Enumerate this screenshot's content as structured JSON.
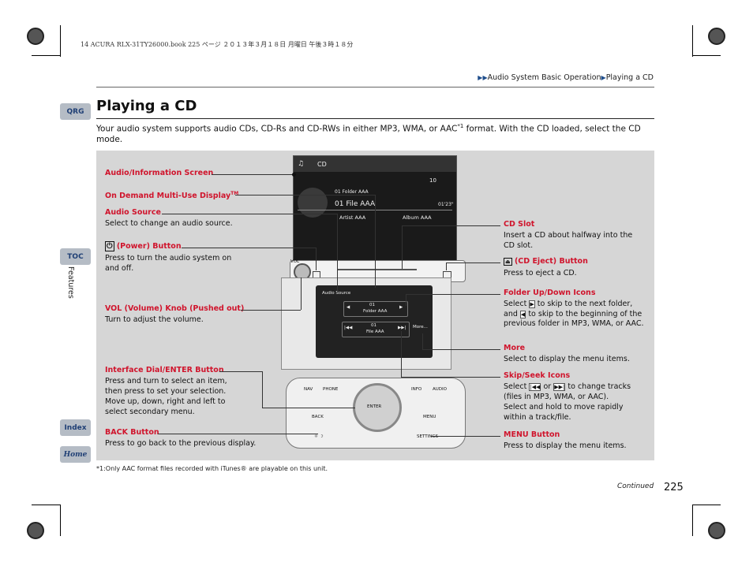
{
  "header_meta": "14 ACURA RLX-31TY26000.book  225 ページ  ２０１３年３月１８日  月曜日  午後３時１８分",
  "breadcrumb": {
    "part1": "Audio System Basic Operation",
    "part2": "Playing a CD"
  },
  "page_title": "Playing a CD",
  "intro": {
    "text_a": "Your audio system supports audio CDs, CD-Rs and CD-RWs in either MP3, WMA, or AAC",
    "sup": "*1",
    "text_b": " format. With the CD loaded, select the CD mode."
  },
  "side": {
    "qrg": "QRG",
    "toc": "TOC",
    "index": "Index",
    "home": "Home",
    "section": "Features"
  },
  "screen": {
    "source": "CD",
    "track_num": "10",
    "folder": "01   Folder AAA",
    "file": "01 File AAA",
    "time": "01'23\"",
    "artist": "Artist AAA",
    "album": "Album AAA"
  },
  "touch": {
    "audio_source": "Audio Source",
    "folder_num": "01",
    "folder_name": "Folder AAA",
    "file_num": "01",
    "file_name": "File AAA",
    "more": "More...",
    "vol": "VOL"
  },
  "controls": {
    "nav": "NAV",
    "phone": "PHONE",
    "info": "INFO",
    "audio": "AUDIO",
    "back": "BACK",
    "menu": "MENU",
    "enter": "ENTER",
    "settings": "SETTINGS"
  },
  "callouts": {
    "audio_info_screen": "Audio/Information Screen",
    "on_demand": "On Demand Multi-Use Display",
    "on_demand_tm": "TM",
    "audio_source_title": "Audio Source",
    "audio_source_desc": "Select to change an audio source.",
    "power_title": "(Power) Button",
    "power_desc": "Press to turn the audio system on and off.",
    "vol_title": "VOL (Volume) Knob (Pushed out)",
    "vol_desc": "Turn to adjust the volume.",
    "dial_title": "Interface Dial/ENTER Button",
    "dial_desc1": "Press and turn to select an item, then press to set your selection.",
    "dial_desc2": "Move up, down, right and left to select secondary menu.",
    "back_title": "BACK Button",
    "back_desc": "Press to go back to the previous display.",
    "cdslot_title": "CD Slot",
    "cdslot_desc": "Insert a CD about halfway into the CD slot.",
    "eject_title": "(CD Eject) Button",
    "eject_desc": "Press to eject a CD.",
    "folder_title": "Folder Up/Down Icons",
    "folder_desc_a": "Select",
    "folder_desc_b": "to skip to the next folder, and",
    "folder_desc_c": "to skip to the beginning of the previous folder in MP3, WMA, or AAC.",
    "more_title": "More",
    "more_desc": "Select to display the menu items.",
    "skip_title": "Skip/Seek Icons",
    "skip_desc_a": "Select",
    "skip_desc_or": "or",
    "skip_desc_b": "to change tracks (files in MP3, WMA, or AAC).",
    "skip_desc2": "Select and hold to move rapidly within a track/file.",
    "menu_title": "MENU Button",
    "menu_desc": "Press to display the menu items."
  },
  "footnote": "*1:Only AAC format files  recorded with iTunes® are playable on this unit.",
  "continued": "Continued",
  "page_number": "225"
}
